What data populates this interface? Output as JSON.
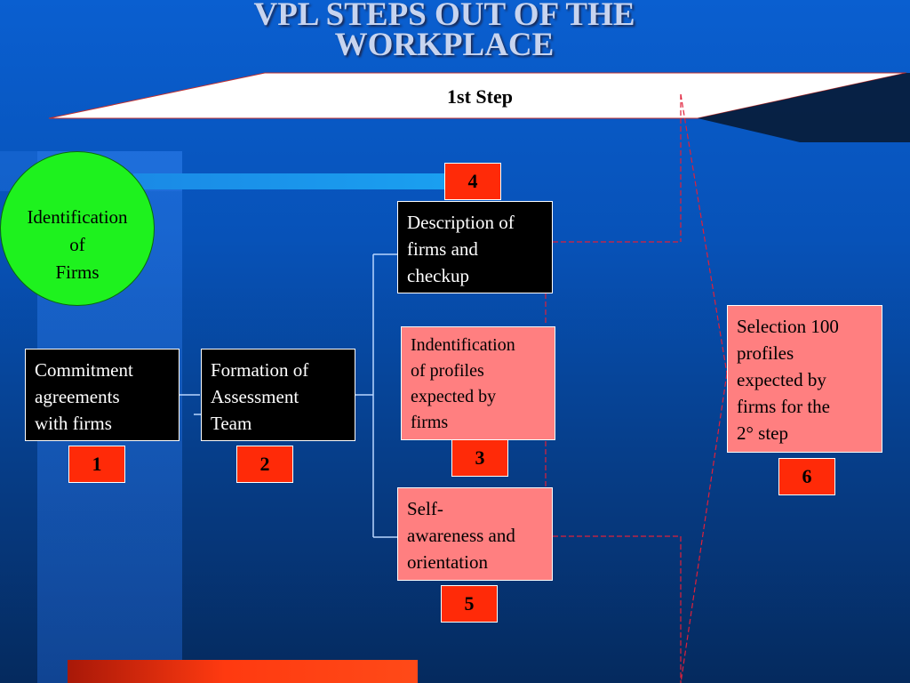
{
  "title_line1": "VPL STEPS OUT OF THE",
  "title_line2": "WORKPLACE",
  "banner_label": "1st Step",
  "circle_text": [
    "Identification",
    "of",
    "Firms"
  ],
  "boxes": {
    "commitment": [
      "Commitment",
      "agreements",
      "with firms"
    ],
    "formation": [
      "Formation of",
      "Assessment",
      "Team"
    ],
    "description": [
      "Description of",
      "firms and",
      "checkup"
    ],
    "identification": [
      "Indentification",
      "of profiles",
      "expected by",
      "firms"
    ],
    "self_awareness": [
      "Self-",
      "awareness and",
      "orientation"
    ],
    "selection": [
      "Selection 100",
      "profiles",
      "expected  by",
      "firms for the",
      "2° step"
    ]
  },
  "numbers": {
    "n1": "1",
    "n2": "2",
    "n3": "3",
    "n4": "4",
    "n5": "5",
    "n6": "6"
  },
  "colors": {
    "background": "#0752b8",
    "box_black": "#000000",
    "box_pink": "#ff7f80",
    "number_red": "#ff2a08",
    "circle_green": "#1ef21e",
    "dashed_line": "#e0203a"
  }
}
